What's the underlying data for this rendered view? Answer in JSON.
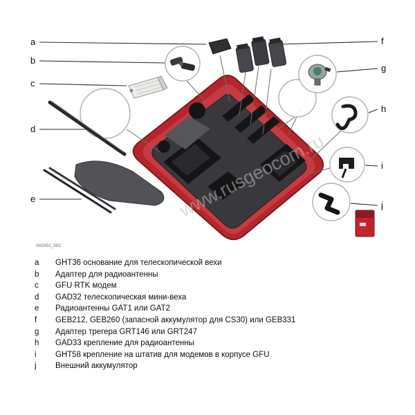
{
  "figure": {
    "code": "002451_002",
    "watermark": "www.rusgeocom.ru"
  },
  "legend": {
    "items": [
      {
        "letter": "a",
        "text": "GHT36 основание для телескопической вехи"
      },
      {
        "letter": "b",
        "text": "Адаптер для радиоантенны"
      },
      {
        "letter": "c",
        "text": "GFU RTK модем"
      },
      {
        "letter": "d",
        "text": "GAD32 телескопическая мини-веха"
      },
      {
        "letter": "e",
        "text": "Радиоантенны GAT1 или GAT2"
      },
      {
        "letter": "f",
        "text": "GEB212, GEB260 (запасной аккумулятор для CS30) или GEB331"
      },
      {
        "letter": "g",
        "text": "Адаптер трегера GRT146 или GRT247"
      },
      {
        "letter": "h",
        "text": "GAD33 крепление для радиоантенны"
      },
      {
        "letter": "i",
        "text": "GHT58 крепление на штатив для модемов в корпусе GFU"
      },
      {
        "letter": "j",
        "text": "Внешний аккумулятор"
      }
    ]
  }
}
